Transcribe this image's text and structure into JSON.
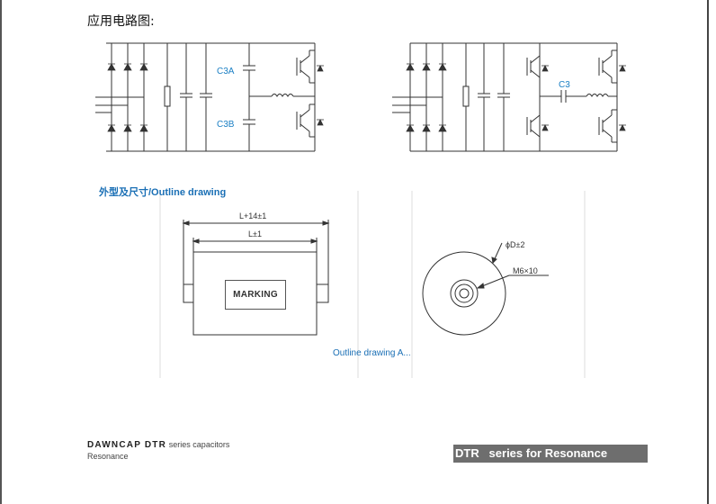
{
  "page": {
    "heading": "应用电路图:",
    "section_title": "外型及尺寸/Outline drawing",
    "caption": "Outline drawing  A...",
    "brand_name": "DAWNCAP DTR",
    "brand_suffix": "series capacitors",
    "brand_sub": "Resonance",
    "banner": "DTR   series for Resonance"
  },
  "circuit_left": {
    "cap_top": "C3A",
    "cap_bottom": "C3B"
  },
  "circuit_right": {
    "cap": "C3"
  },
  "outline": {
    "dim_total": "L+14±1",
    "dim_body": "L±1",
    "marking": "MARKING",
    "diameter": "ϕD±2",
    "thread": "M6×10"
  }
}
